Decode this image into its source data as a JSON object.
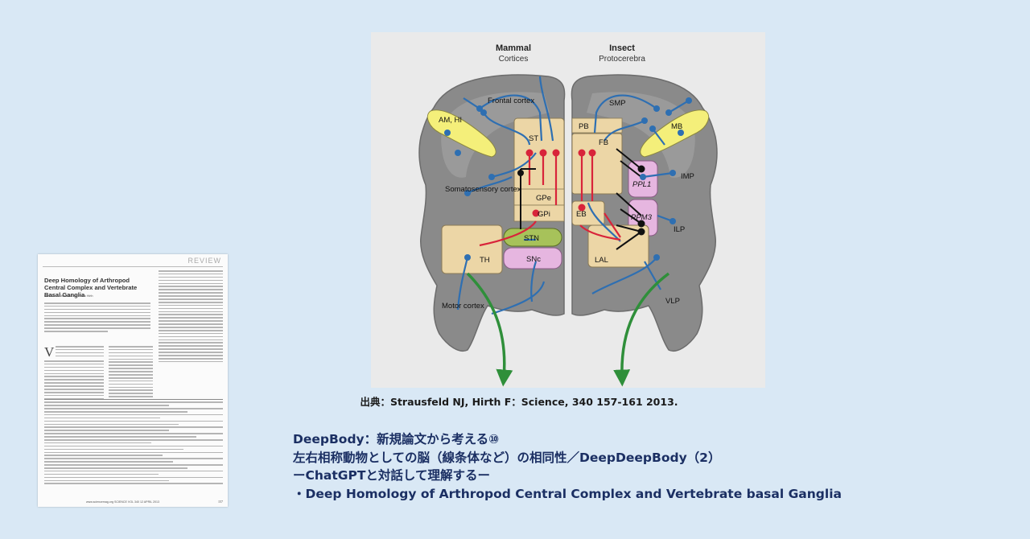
{
  "paper_thumbnail": {
    "section_label": "REVIEW",
    "title": "Deep Homology of Arthropod Central Complex and Vertebrate Basal Ganglia",
    "authors": "Nicholas J. Strausfeld and Frank Hirth",
    "footer": "www.sciencemag.org   SCIENCE   VOL 340   12 APRIL 2013",
    "page_number": "157"
  },
  "diagram": {
    "headers": [
      {
        "title": "Mammal",
        "subtitle": "Cortices"
      },
      {
        "title": "Insect",
        "subtitle": "Protocerebra"
      }
    ],
    "mammal_labels": {
      "frontal": "Frontal cortex",
      "amhi": "AM, HI",
      "st": "ST",
      "somato": "Somatosensory cortex",
      "gpe": "GPe",
      "gpi": "GPi",
      "stn": "STN",
      "th": "TH",
      "snc": "SNc",
      "motor": "Motor cortex"
    },
    "insect_labels": {
      "smp": "SMP",
      "pb": "PB",
      "fb": "FB",
      "mb": "MB",
      "imp": "IMP",
      "ppl1": "PPL1",
      "ppm3": "PPM3",
      "eb": "EB",
      "ilp": "ILP",
      "lal": "LAL",
      "vlp": "VLP"
    },
    "colors": {
      "blue": "#2e6fb2",
      "red": "#d8243a",
      "black": "#111111",
      "cortex": "#8a8a8a",
      "tan": "#ecd6a6",
      "yellow": "#f4ef7a",
      "green": "#a7c25a",
      "pink": "#e6b6e0",
      "arrow": "#2f8f3a"
    }
  },
  "source_citation": "出典：Strausfeld NJ, Hirth F：Science, 340 157-161 2013.",
  "title_block": {
    "line1": "DeepBody：新規論文から考える⑩",
    "line2": "左右相称動物としての脳（線条体など）の相同性／DeepDeepBody（2）",
    "line3": "ーChatGPTと対話して理解するー",
    "line4": "・Deep Homology of Arthropod Central Complex and Vertebrate basal Ganglia"
  }
}
